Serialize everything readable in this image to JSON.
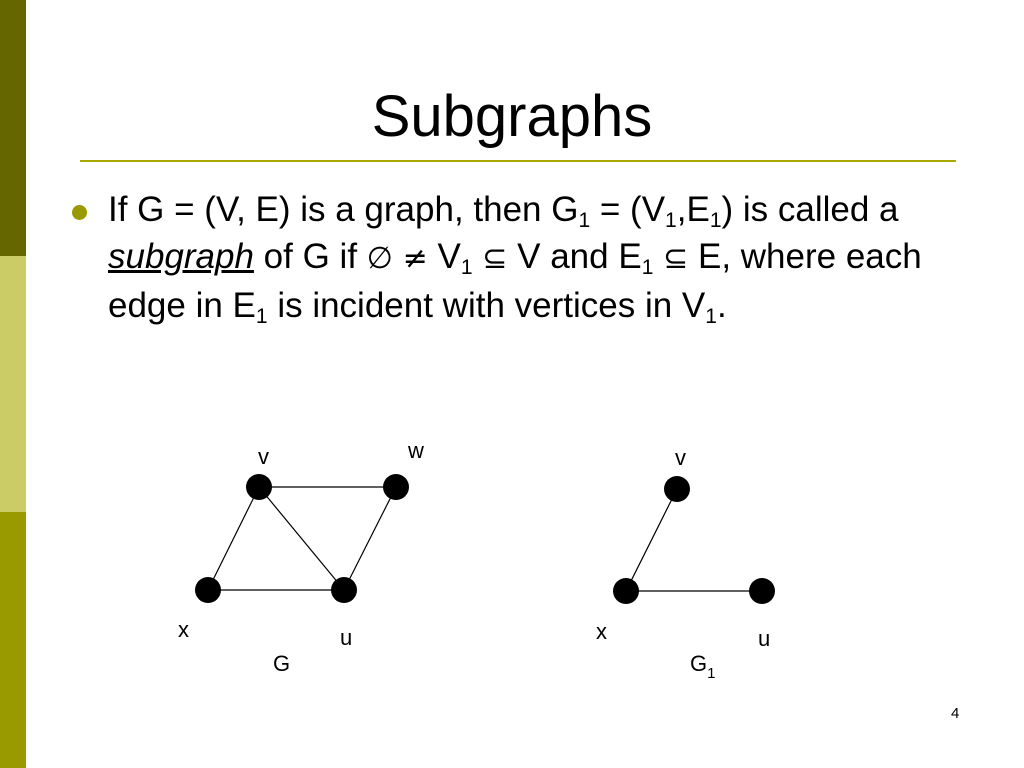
{
  "slide": {
    "title": "Subgraphs",
    "page_number": "4"
  },
  "bullet": {
    "p1": "If G = (V, E) is a graph, then G",
    "s1": "1",
    "p2": " = (V",
    "s2": "1",
    "p3": ",E",
    "s3": "1",
    "p4": ") is called a ",
    "term": "subgraph",
    "p5": " of G if ",
    "empty_set": "∅",
    "p6": " ",
    "not_equal": "≠",
    "p7": " V",
    "s4": "1",
    "p8": " ",
    "subseteq1": "⊆",
    "p9": " V and E",
    "s5": "1",
    "p10": " ",
    "subseteq2": "⊆",
    "p11": " E, where each edge in E",
    "s6": "1",
    "p12": " is incident with vertices in V",
    "s7": "1",
    "p13": "."
  },
  "graph_g": {
    "caption": "G",
    "vertices": {
      "v": "v",
      "w": "w",
      "x": "x",
      "u": "u"
    }
  },
  "graph_g1": {
    "caption": "G",
    "caption_sub": "1",
    "vertices": {
      "v": "v",
      "x": "x",
      "u": "u"
    }
  }
}
